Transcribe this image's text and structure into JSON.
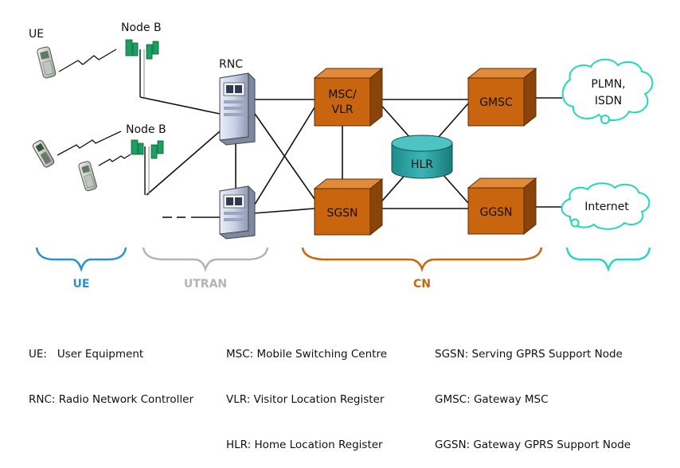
{
  "labels": {
    "ue_top": "UE",
    "nodeb_top": "Node B",
    "nodeb_bottom": "Node B",
    "rnc": "RNC",
    "msc_line1": "MSC/",
    "msc_line2": "VLR",
    "gmsc": "GMSC",
    "hlr": "HLR",
    "sgsn": "SGSN",
    "ggsn": "GGSN",
    "plmn_line1": "PLMN,",
    "plmn_line2": "ISDN",
    "internet": "Internet"
  },
  "groups": {
    "ue": "UE",
    "utran": "UTRAN",
    "cn": "CN"
  },
  "colors": {
    "node": "#c8650e",
    "node_light": "#e08a3a",
    "node_dark": "#8a4308",
    "hlr": "#2aa0a0",
    "cloud": "#23d6c0",
    "ue_brace": "#2b8fd0",
    "utran_brace": "#b3b3b3",
    "cn_brace": "#c8650e",
    "antenna": "#1aa060"
  },
  "legend": {
    "col1": [
      "UE:   User Equipment",
      "RNC: Radio Network Controller"
    ],
    "col2": [
      "MSC: Mobile Switching Centre",
      "VLR: Visitor Location Register",
      "HLR: Home Location Register"
    ],
    "col3": [
      "SGSN: Serving GPRS Support Node",
      "GMSC: Gateway MSC",
      "GGSN: Gateway GPRS Support Node"
    ]
  }
}
